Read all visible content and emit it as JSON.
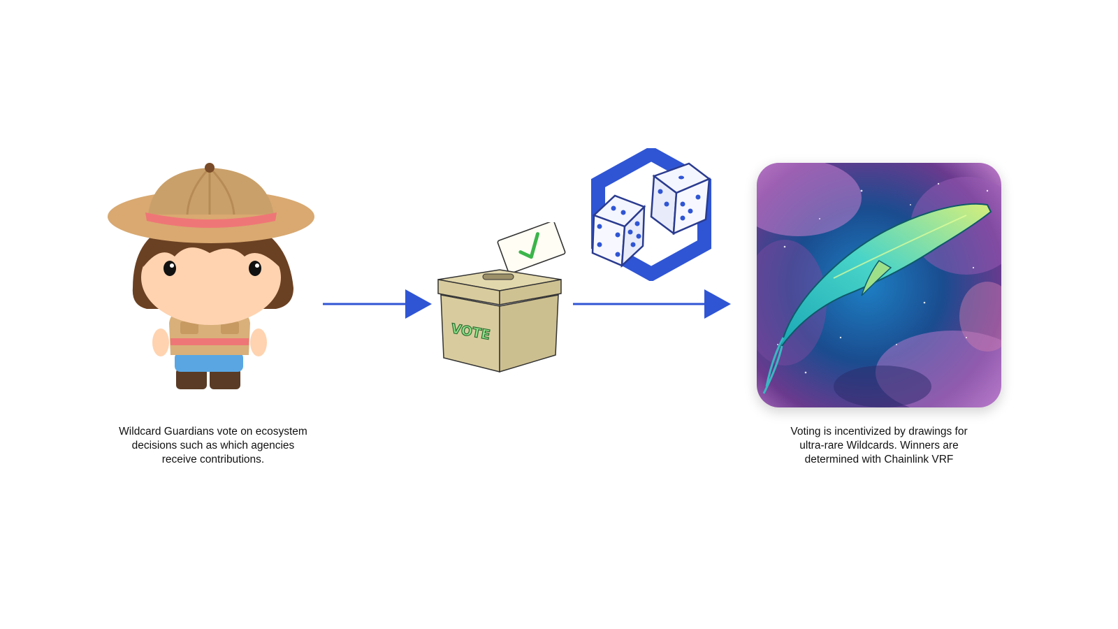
{
  "steps": {
    "guardian": {
      "caption_lines": [
        "Wildcard Guardians vote on ecosystem",
        "decisions such as which agencies",
        "receive contributions."
      ]
    },
    "ballot_box": {
      "box_label": "VOTE"
    },
    "reward": {
      "caption_lines": [
        "Voting is incentivized by drawings for",
        "ultra-rare Wildcards. Winners are",
        "determined with Chainlink VRF"
      ]
    }
  },
  "icons": [
    "ranger-character-icon",
    "ballot-box-icon",
    "checkmark-icon",
    "dice-icon",
    "chainlink-hexagon-icon",
    "whale-card-icon",
    "arrow-right-icon"
  ],
  "colors": {
    "arrow": "#2f55d4",
    "chainlink_blue": "#2f55d4",
    "box": "#d8cc9e",
    "check": "#3bb54a"
  }
}
